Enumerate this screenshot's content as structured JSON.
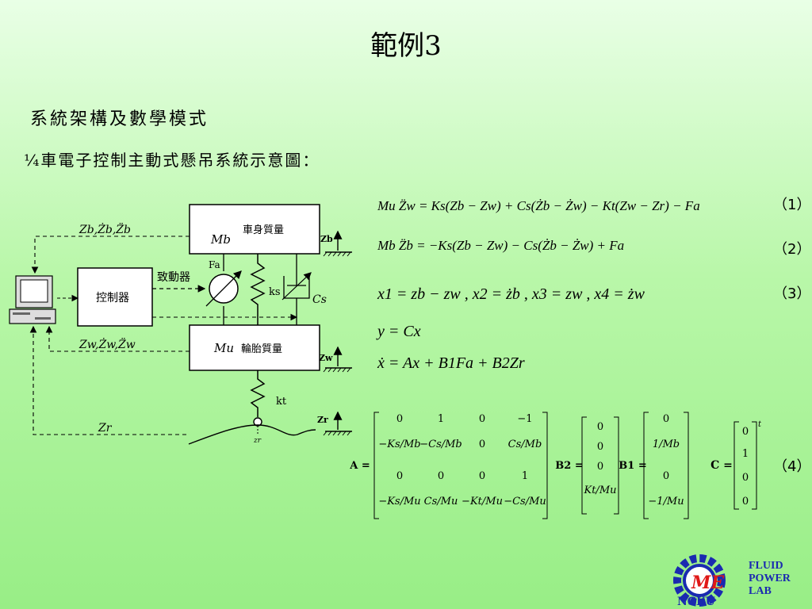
{
  "slide": {
    "title": "範例3",
    "heading": "系統架構及數學模式",
    "subheading": "¼車電子控制主動式懸吊系統示意圖："
  },
  "diagram": {
    "body_mass_label": "車身質量",
    "tire_mass_label": "輪胎質量",
    "controller_label": "控制器",
    "actuator_label": "致動器",
    "fa_label": "Fa",
    "ks_label": "ks",
    "cs_label": "Cs",
    "kt_label": "kt",
    "mb_label": "Mb",
    "mu_label": "Mu",
    "zb_label": "Zb",
    "zw_label": "Zw",
    "zr_label": "Zr",
    "zb_feedback": "Zb,Żb,Z̈b",
    "zw_feedback": "Zw,Żw,Z̈w",
    "zr_feedback": "Zr",
    "road_label": "zr"
  },
  "equations": {
    "eq1": "Mu Z̈w = Ks(Zb − Zw) + Cs(Żb − Żw) − Kt(Zw − Zr) − Fa",
    "eq2": "Mb Z̈b = −Ks(Zb − Zw) − Cs(Żb − Żw) + Fa",
    "eq3": "x1 = zb − zw , x2 = żb , x3 = zw , x4 = żw",
    "eq4": "y = Cx",
    "eq5": "ẋ = Ax + B1Fa + B2Zr",
    "num1": "（1）",
    "num2": "（2）",
    "num3": "（3）",
    "num4": "（4）"
  },
  "matrices": {
    "A_label": "A =",
    "A_rows": [
      [
        "0",
        "1",
        "0",
        "−1"
      ],
      [
        "−Ks/Mb",
        "−Cs/Mb",
        "0",
        "Cs/Mb"
      ],
      [
        "0",
        "0",
        "0",
        "1"
      ],
      [
        "−Ks/Mu",
        "Cs/Mu",
        "−Kt/Mu",
        "−Cs/Mu"
      ]
    ],
    "B2_label": "B2 =",
    "B2_rows": [
      "0",
      "0",
      "0",
      "Kt/Mu"
    ],
    "B1_label": "B1 =",
    "B1_rows": [
      "0",
      "1/Mb",
      "0",
      "−1/Mu"
    ],
    "C_label": "C =",
    "C_rows": [
      "0",
      "1",
      "0",
      "0"
    ],
    "C_superscript": "t"
  },
  "logo": {
    "line1": "FLUID",
    "line2": "POWER",
    "line3": "LAB",
    "school": "NCKU",
    "mark": "ME"
  }
}
